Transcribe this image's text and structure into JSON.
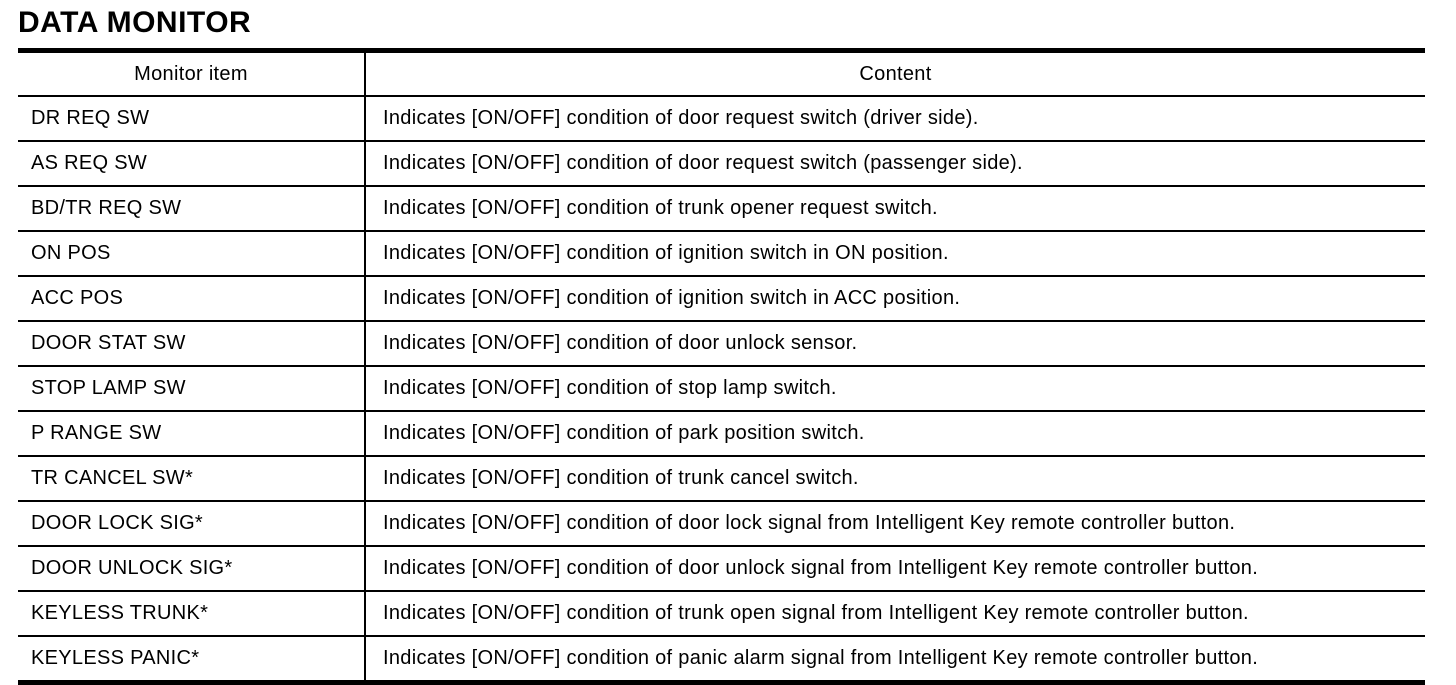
{
  "page": {
    "title": "DATA MONITOR"
  },
  "colors": {
    "text": "#000000",
    "background": "#ffffff",
    "border": "#000000"
  },
  "table": {
    "headers": {
      "item": "Monitor item",
      "content": "Content"
    },
    "rows": [
      {
        "item": "DR REQ SW",
        "content": "Indicates [ON/OFF] condition of door request switch (driver side)."
      },
      {
        "item": "AS REQ SW",
        "content": "Indicates [ON/OFF] condition of door request switch (passenger side)."
      },
      {
        "item": "BD/TR REQ SW",
        "content": "Indicates [ON/OFF] condition of trunk opener request switch."
      },
      {
        "item": "ON POS",
        "content": "Indicates [ON/OFF] condition of ignition switch in ON position."
      },
      {
        "item": "ACC POS",
        "content": "Indicates [ON/OFF] condition of ignition switch in ACC position."
      },
      {
        "item": "DOOR STAT SW",
        "content": "Indicates [ON/OFF] condition of door unlock sensor."
      },
      {
        "item": "STOP LAMP SW",
        "content": "Indicates [ON/OFF] condition of stop lamp switch."
      },
      {
        "item": "P RANGE SW",
        "content": "Indicates [ON/OFF] condition of park position switch."
      },
      {
        "item": "TR CANCEL SW*",
        "content": "Indicates [ON/OFF] condition of trunk cancel switch."
      },
      {
        "item": "DOOR LOCK SIG*",
        "content": "Indicates [ON/OFF] condition of door lock signal from Intelligent Key remote controller button."
      },
      {
        "item": "DOOR UNLOCK SIG*",
        "content": "Indicates [ON/OFF] condition of door unlock signal from Intelligent Key remote controller button."
      },
      {
        "item": "KEYLESS TRUNK*",
        "content": "Indicates [ON/OFF] condition of trunk open signal from Intelligent Key remote controller button."
      },
      {
        "item": "KEYLESS PANIC*",
        "content": "Indicates [ON/OFF] condition of panic alarm signal from Intelligent Key remote controller button."
      }
    ]
  }
}
